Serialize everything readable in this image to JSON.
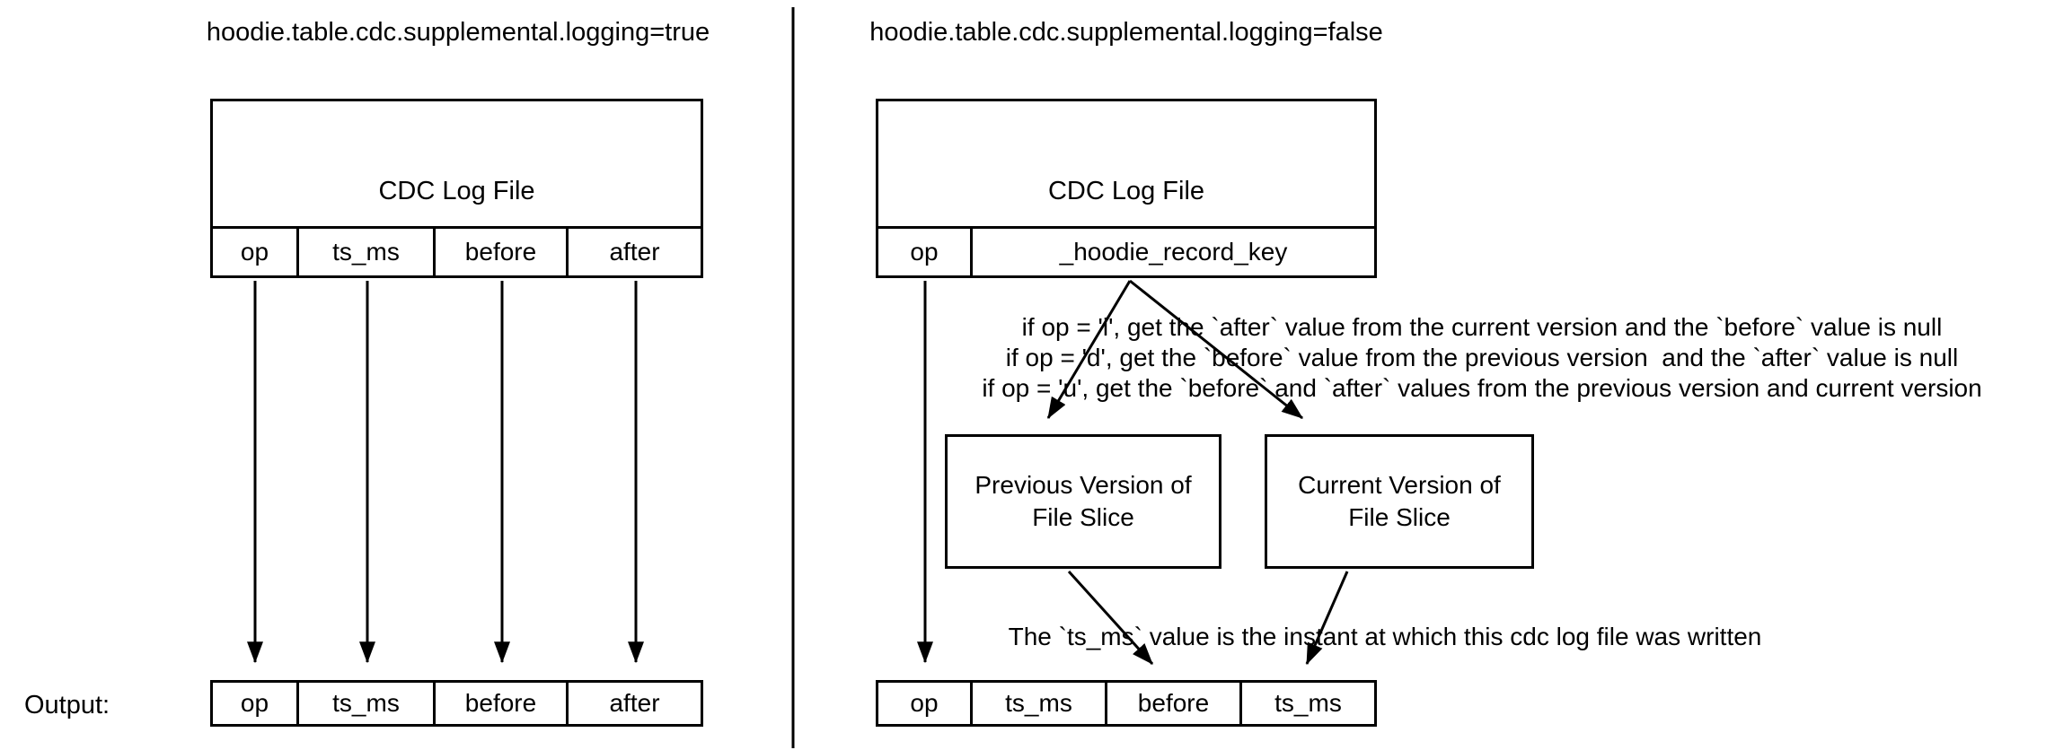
{
  "left_panel": {
    "title": "hoodie.table.cdc.supplemental.logging=true",
    "log_box": {
      "label": "CDC Log File",
      "columns": [
        "op",
        "ts_ms",
        "before",
        "after"
      ]
    },
    "output_label": "Output:",
    "output_columns": [
      "op",
      "ts_ms",
      "before",
      "after"
    ]
  },
  "right_panel": {
    "title": "hoodie.table.cdc.supplemental.logging=false",
    "log_box": {
      "label": "CDC Log File",
      "columns": [
        "op",
        "_hoodie_record_key"
      ]
    },
    "op_rules": [
      "if op = 'i', get the `after` value from the current version and the `before` value is null",
      "if op = 'd', get the `before` value from the previous version  and the `after` value is null",
      "if op = 'u', get the `before` and `after` values from the previous version and current version"
    ],
    "file_slice_boxes": [
      {
        "line1": "Previous Version of",
        "line2": "File Slice"
      },
      {
        "line1": "Current Version of",
        "line2": "File Slice"
      }
    ],
    "ts_ms_note": "The `ts_ms` value is the instant at which this cdc log file was written",
    "output_columns": [
      "op",
      "ts_ms",
      "before",
      "ts_ms"
    ]
  },
  "colors": {
    "line": "#000000",
    "background": "#ffffff"
  }
}
